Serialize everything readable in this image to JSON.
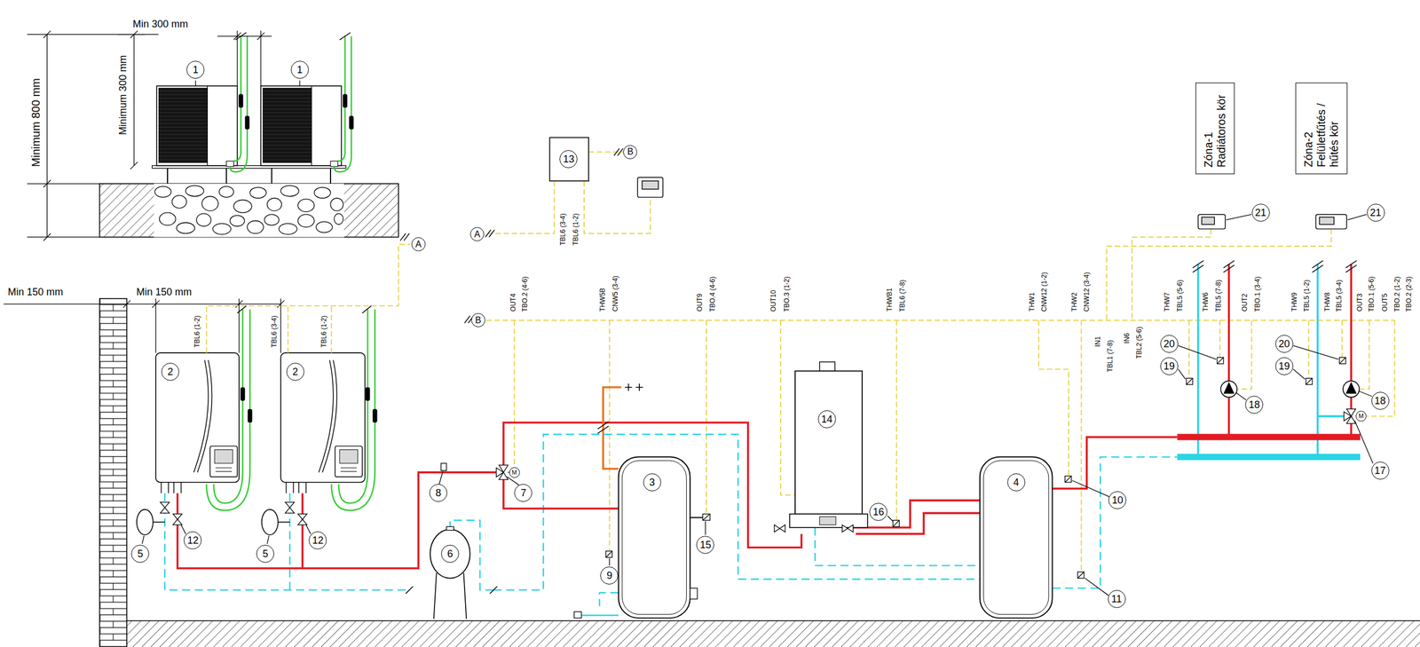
{
  "diagram": {
    "nodes": [
      {
        "text": [
          "1"
        ]
      },
      {
        "text": [
          "1"
        ]
      },
      {
        "text": [
          "Zóna-1 Radiátoros kör"
        ]
      },
      {
        "text": [
          "Zóna-2 Felületfűtés / hűtés kör"
        ]
      },
      {
        "text": [
          "B"
        ]
      },
      {
        "text": [
          "13"
        ]
      },
      {
        "text": [
          "21"
        ]
      },
      {
        "text": [
          "21"
        ]
      },
      {
        "text": [
          "A"
        ]
      },
      {
        "text": [
          "A"
        ]
      },
      {
        "text": [
          "B"
        ]
      },
      {
        "text": [
          "20"
        ]
      },
      {
        "text": [
          "20"
        ]
      },
      {
        "text": [
          "19"
        ]
      },
      {
        "text": [
          "19"
        ]
      },
      {
        "text": [
          "2"
        ]
      },
      {
        "text": [
          "2"
        ]
      },
      {
        "text": [
          "18"
        ]
      },
      {
        "text": [
          "18"
        ]
      },
      {
        "text": [
          "14"
        ]
      },
      {
        "text": [
          "M"
        ]
      },
      {
        "text": [
          "17"
        ]
      },
      {
        "text": [
          "M"
        ]
      },
      {
        "text": [
          "3"
        ]
      },
      {
        "text": [
          "4"
        ]
      },
      {
        "text": [
          "10"
        ]
      },
      {
        "text": [
          "16"
        ]
      },
      {
        "text": [
          "5"
        ]
      },
      {
        "text": [
          "5"
        ]
      },
      {
        "text": [
          "6"
        ]
      },
      {
        "text": [
          "15"
        ]
      },
      {
        "text": [
          "7"
        ]
      },
      {
        "text": [
          "8"
        ]
      },
      {
        "text": [
          "12"
        ]
      },
      {
        "text": [
          "12"
        ]
      },
      {
        "text": [
          "9"
        ]
      },
      {
        "text": [
          "11"
        ]
      }
    ],
    "labels": [
      "Min 300 mm",
      "Minimum 300 mm",
      "Minimum 800 mm",
      "Min 150 mm",
      "Min 150 mm",
      "TBL6 (1-2)",
      "TBL6 (3-4)",
      "TBL6 (1-2)",
      "TBL6 (3-4)",
      "TBL6 (1-2)",
      "OUT4",
      "TBO.2 (4-6)",
      "THW5B",
      "CNW5 (3-4)",
      "OUT9",
      "TBO.4 (4-6)",
      "OUT10",
      "TBO.3 (1-2)",
      "THWB1",
      "TBL6 (7-8)",
      "THW1",
      "CNW12 (1-2)",
      "THW2",
      "CNW12 (3-4)",
      "IN1",
      "TBL1 (7-8)",
      "IN6",
      "TBL2 (5-6)",
      "THW7",
      "TBL5 (5-6)",
      "THW6",
      "TBL5 (7-8)",
      "OUT2",
      "TBO.1 (3-4)",
      "THW9",
      "TBL5 (1-2)",
      "THW8",
      "TBL5 (3-4)",
      "OUT3",
      "TBO.1 (5-6)",
      "OUT5",
      "TBO.2 (1-2)",
      "TBO.2 (2-3)"
    ]
  }
}
